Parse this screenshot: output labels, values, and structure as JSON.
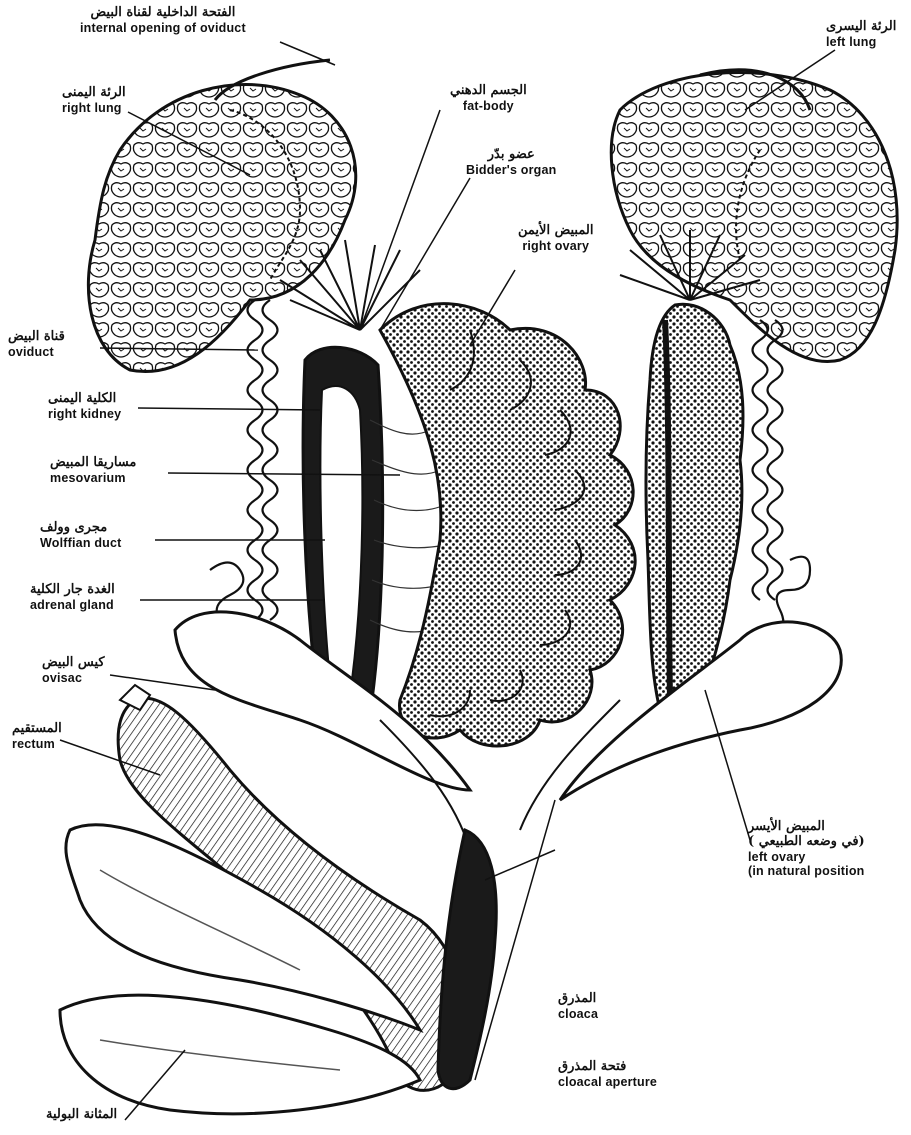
{
  "labels": {
    "internal_opening": {
      "ar": "الفتحة الداخلية لقناة البيض",
      "en": "internal opening of oviduct"
    },
    "left_lung": {
      "ar": "الرئة اليسرى",
      "en": "left lung"
    },
    "right_lung": {
      "ar": "الرئة اليمنى",
      "en": "right lung"
    },
    "fat_body": {
      "ar": "الجسم الدهني",
      "en": "fat-body"
    },
    "bidders_organ": {
      "ar": "عضو بدّر",
      "en": "Bidder's organ"
    },
    "right_ovary": {
      "ar": "المبيض الأيمن",
      "en": "right ovary"
    },
    "oviduct": {
      "ar": "قناة البيض",
      "en": "oviduct"
    },
    "right_kidney": {
      "ar": "الكلية اليمنى",
      "en": "right kidney"
    },
    "mesovarium": {
      "ar": "مساريقا المبيض",
      "en": "mesovarium"
    },
    "wolffian_duct": {
      "ar": "مجرى وولف",
      "en": "Wolffian duct"
    },
    "adrenal_gland": {
      "ar": "الغدة جار الكلية",
      "en": "adrenal gland"
    },
    "ovisac": {
      "ar": "كيس البيض",
      "en": "ovisac"
    },
    "rectum": {
      "ar": "المستقيم",
      "en": "rectum"
    },
    "left_ovary": {
      "ar1": "المبيض الأيسر",
      "ar2": "( في وضعه الطبيعي)",
      "en1": "left ovary",
      "en2": "(in natural position"
    },
    "cloaca": {
      "ar": "المذرق",
      "en": "cloaca"
    },
    "cloacal_aperture": {
      "ar": "فتحة المذرق",
      "en": "cloacal aperture"
    },
    "urinary_bladder": {
      "ar": "المثانة البولية"
    }
  },
  "colors": {
    "ink": "#111111",
    "paper": "#ffffff",
    "shade": "#555555"
  }
}
